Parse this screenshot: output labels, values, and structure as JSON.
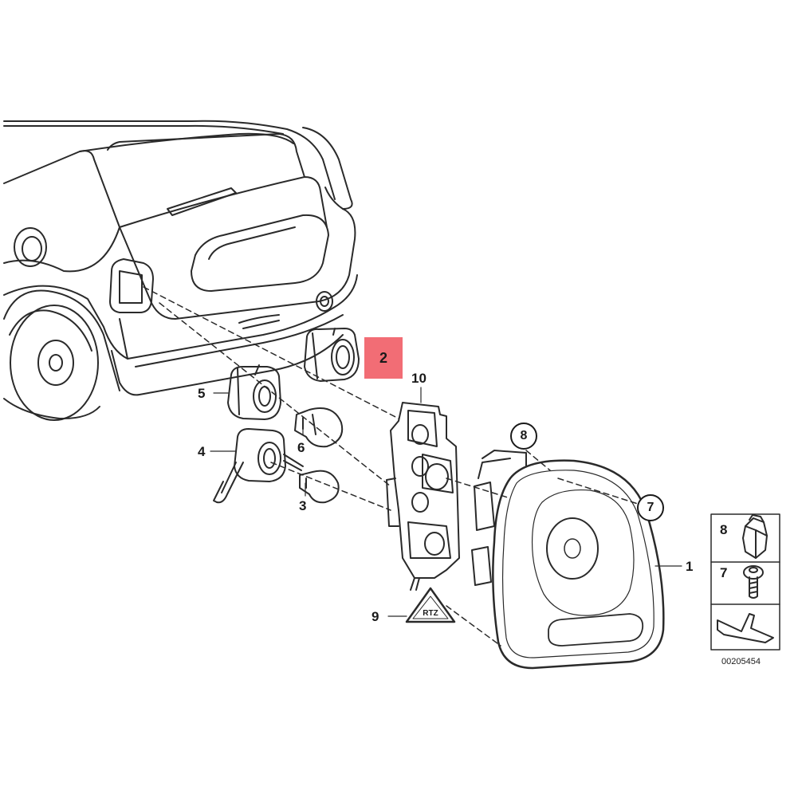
{
  "callouts": {
    "c1": "1",
    "c2": "2",
    "c3": "3",
    "c4": "4",
    "c5": "5",
    "c6": "6",
    "c7": "7",
    "c8": "8",
    "c9": "9",
    "c10": "10"
  },
  "legend": {
    "item8": "8",
    "item7": "7"
  },
  "warning_badge": "RTZ",
  "reference_number": "00205454",
  "highlight_color": "#f26d75"
}
